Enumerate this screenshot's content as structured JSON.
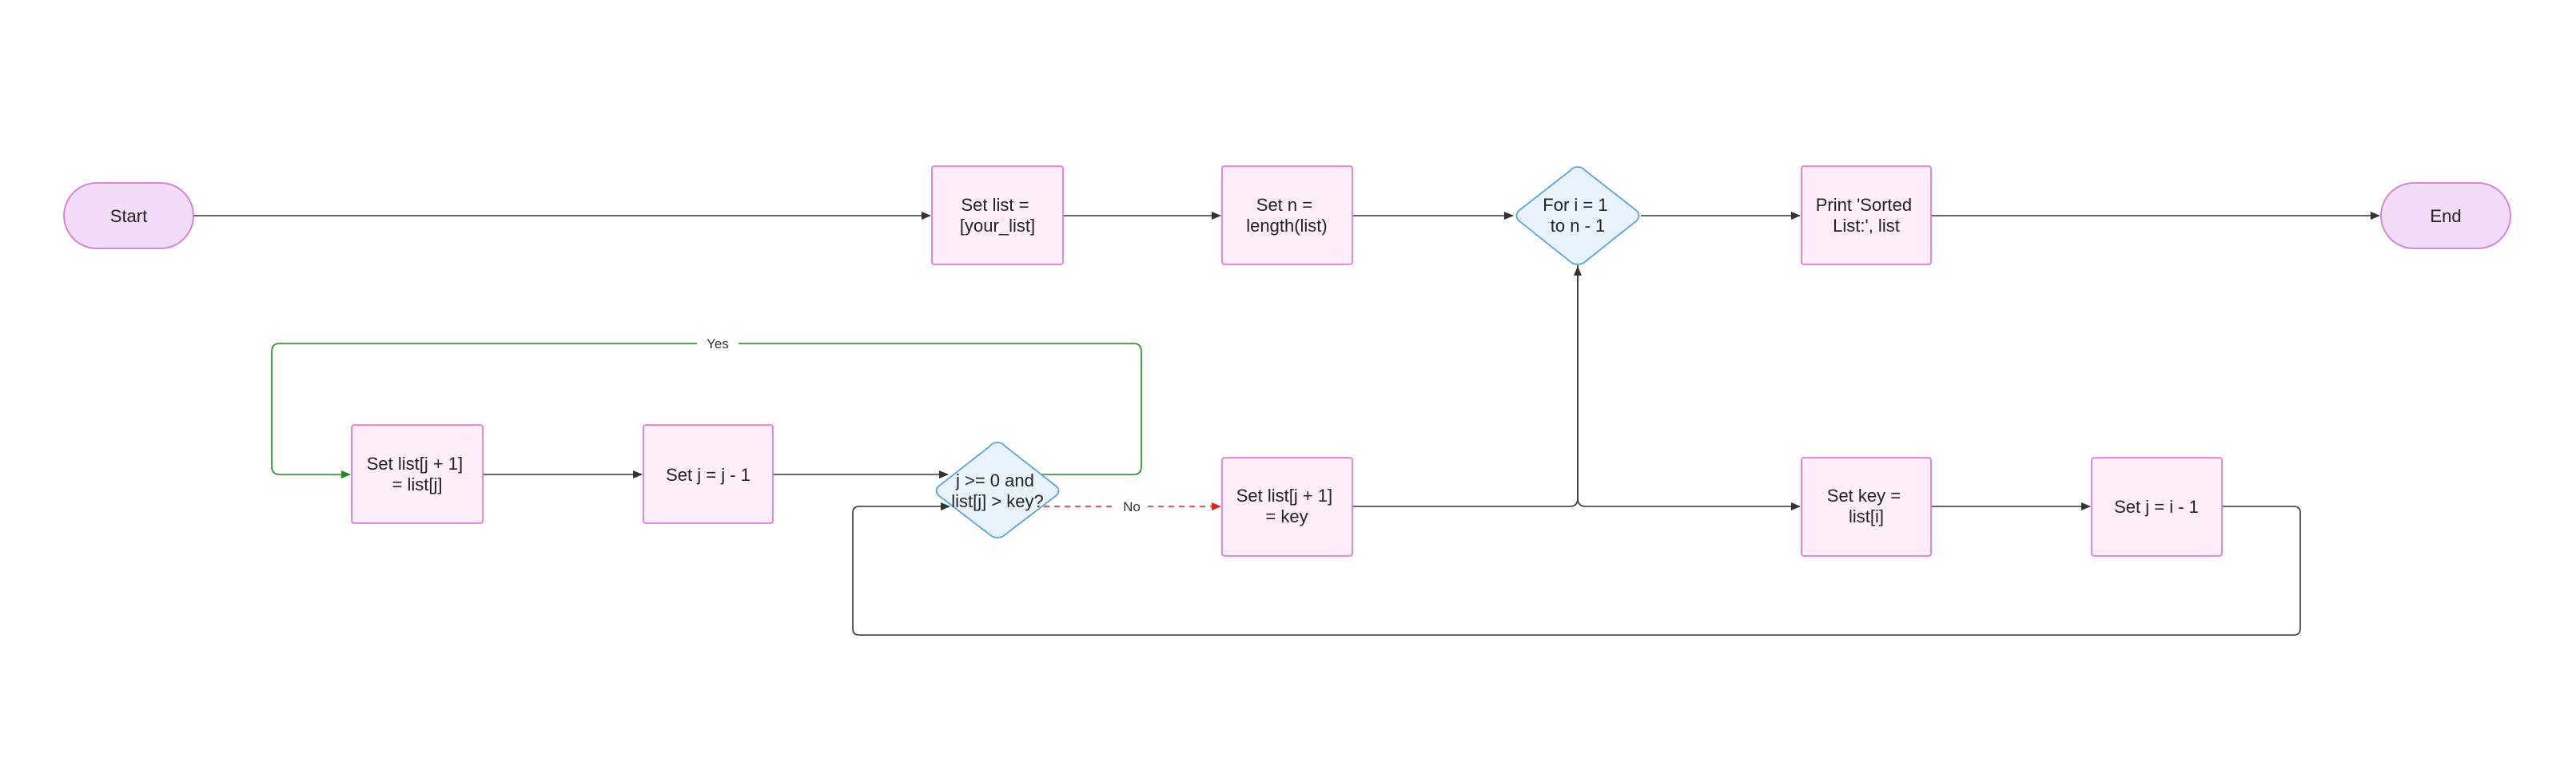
{
  "colors": {
    "process_fill": "#fdeefa",
    "process_stroke": "#e27ad8",
    "terminal_fill": "#f2dcf7",
    "terminal_stroke": "#d57ad8",
    "decision_fill": "#e8f3fb",
    "decision_stroke": "#5aa5d6",
    "edge": "#333333",
    "yes_edge": "#1e8a1e",
    "no_edge": "#e02020"
  },
  "nodes": {
    "start": {
      "text": [
        "Start"
      ]
    },
    "set_list": {
      "text": [
        "Set list =",
        "[your_list]"
      ]
    },
    "set_n": {
      "text": [
        "Set n =",
        "length(list)"
      ]
    },
    "for_loop": {
      "text": [
        "For i = 1",
        "to n - 1"
      ]
    },
    "print_sorted": {
      "text": [
        "Print 'Sorted",
        "List:', list"
      ]
    },
    "end": {
      "text": [
        "End"
      ]
    },
    "shift_element": {
      "text": [
        "Set list[j + 1]",
        "= list[j]"
      ]
    },
    "decrement_j": {
      "text": [
        "Set j = j - 1"
      ]
    },
    "while_check": {
      "text": [
        "j >= 0 and",
        "list[j] > key?"
      ]
    },
    "insert_key": {
      "text": [
        "Set list[j + 1]",
        "= key"
      ]
    },
    "set_key": {
      "text": [
        "Set key =",
        "list[i]"
      ]
    },
    "set_j": {
      "text": [
        "Set j = i - 1"
      ]
    }
  },
  "edge_labels": {
    "yes": "Yes",
    "no": "No"
  }
}
